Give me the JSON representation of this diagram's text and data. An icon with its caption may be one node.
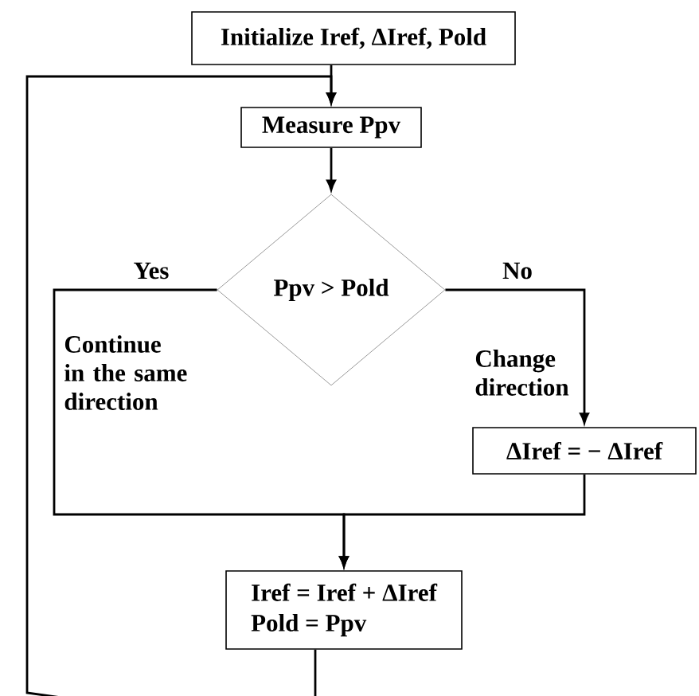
{
  "diagram": {
    "nodes": [
      {
        "text": [
          "Initialize Iref, ΔIref, Pold"
        ]
      },
      {
        "text": [
          "Measure Ppv"
        ]
      },
      {
        "text": [
          "Ppv > Pold"
        ]
      },
      {
        "text": [
          "ΔIref = − ΔIref"
        ]
      },
      {
        "text": [
          "Iref = Iref + ΔIref",
          "Pold = Ppv"
        ]
      }
    ],
    "edges": [
      {
        "from": 0,
        "to": 1,
        "arrow": "to"
      },
      {
        "from": 1,
        "to": 2,
        "arrow": "to"
      },
      {
        "from": 2,
        "to": 3,
        "arrow": "to",
        "label": "No"
      },
      {
        "from": 2,
        "to": 4,
        "arrow": "to",
        "label": "Yes"
      },
      {
        "from": 3,
        "to": 4,
        "arrow": "to"
      },
      {
        "from": 4,
        "to": 1,
        "arrow": "to"
      }
    ],
    "labels": [
      "Continue in the same direction",
      "Change direction"
    ]
  }
}
